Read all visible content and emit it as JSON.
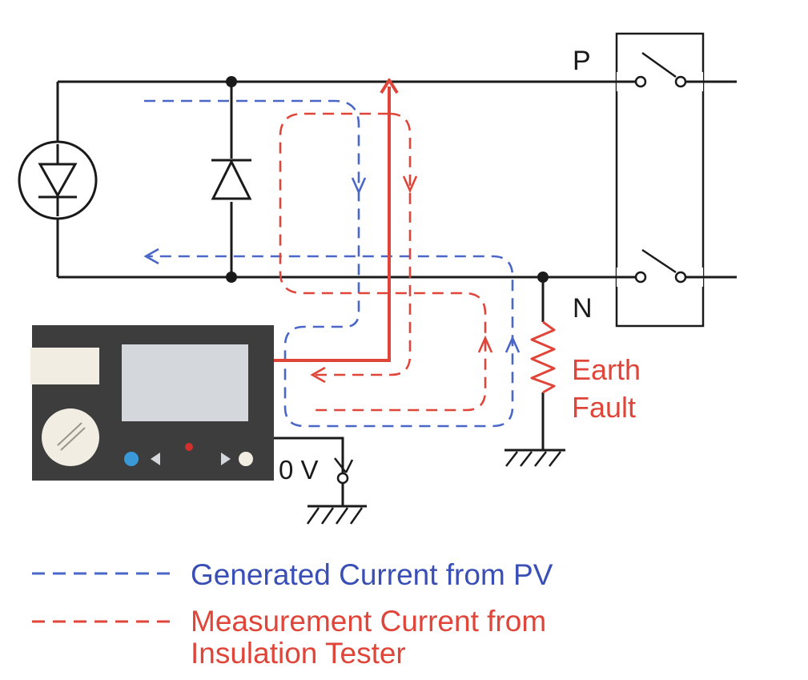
{
  "labels": {
    "p": "P",
    "n": "N",
    "earth_fault": "Earth",
    "earth_fault_2": "Fault",
    "zero_v": "0 V"
  },
  "legend": [
    {
      "text": "Generated Current from PV",
      "color": "#3a4fb5"
    },
    {
      "text": "Measurement Current from",
      "text2": "Insulation Tester",
      "color": "#e0453a"
    }
  ],
  "colors": {
    "wire": "#1a1a1a",
    "generated_current": "#4a67c8",
    "measurement_current": "#e0453a",
    "tester_body": "#3d3d3d",
    "tester_screen": "#d4d7dc",
    "tester_label": "#f2ede2",
    "tester_button_blue": "#3a9ad9",
    "tester_led_red": "#d0312d"
  },
  "icons": [
    "pv-module-icon",
    "bypass-diode-icon",
    "switch-icon",
    "resistor-icon",
    "ground-icon",
    "insulation-tester-icon"
  ]
}
